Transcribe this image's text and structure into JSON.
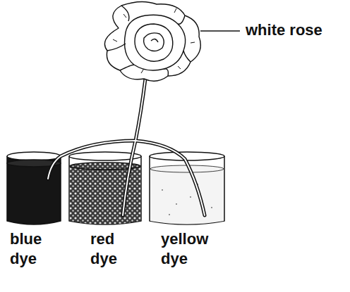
{
  "diagram": {
    "labels": [
      "white rose",
      "blue dye",
      "red dye",
      "yellow dye"
    ]
  }
}
